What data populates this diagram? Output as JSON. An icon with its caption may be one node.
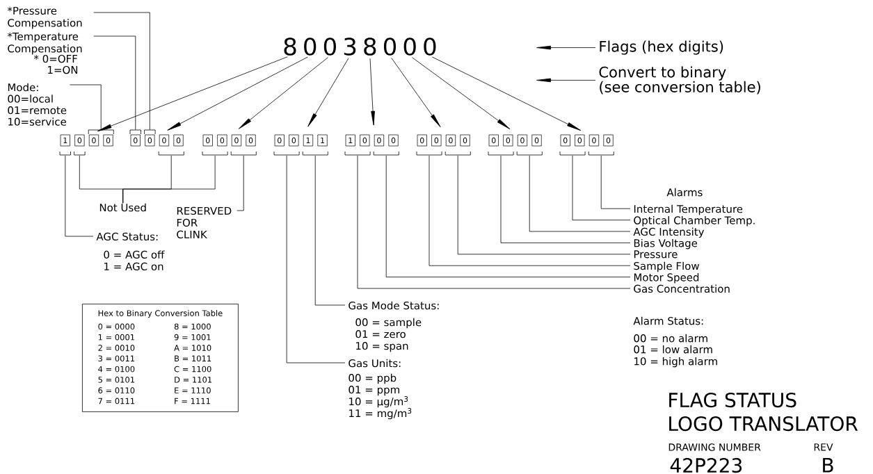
{
  "diagram": {
    "nodes": [
      {
        "text": [
          "*Pressure Compensation"
        ]
      },
      {
        "text": [
          "*Temperature Compensation"
        ]
      },
      {
        "text": [
          "Mode:",
          "00=local",
          "01=remote",
          "10=service"
        ]
      },
      {
        "text": [
          "8"
        ]
      },
      {
        "text": [
          "0"
        ]
      },
      {
        "text": [
          "0"
        ]
      },
      {
        "text": [
          "3"
        ]
      },
      {
        "text": [
          "8"
        ]
      },
      {
        "text": [
          "0"
        ]
      },
      {
        "text": [
          "0"
        ]
      },
      {
        "text": [
          "0"
        ]
      },
      {
        "text": [
          "Flags (hex digits)"
        ]
      },
      {
        "text": [
          "Convert to binary",
          "(see conversion table)"
        ]
      },
      {
        "text": [],
        "shape": "bracket"
      },
      {
        "text": [],
        "shape": "bracket"
      },
      {
        "text": [],
        "shape": "bracket"
      },
      {
        "text": [
          "1"
        ]
      },
      {
        "text": [
          "0"
        ]
      },
      {
        "text": [
          "0"
        ]
      },
      {
        "text": [
          "0"
        ]
      },
      {
        "text": [
          "0"
        ]
      },
      {
        "text": [
          "0"
        ]
      },
      {
        "text": [
          "0"
        ]
      },
      {
        "text": [
          "0"
        ]
      },
      {
        "text": [
          "0"
        ]
      },
      {
        "text": [
          "0"
        ]
      },
      {
        "text": [
          "0"
        ]
      },
      {
        "text": [
          "0"
        ]
      },
      {
        "text": [
          "0"
        ]
      },
      {
        "text": [
          "0"
        ]
      },
      {
        "text": [
          "1"
        ]
      },
      {
        "text": [
          "1"
        ]
      },
      {
        "text": [
          "1"
        ]
      },
      {
        "text": [
          "0"
        ]
      },
      {
        "text": [
          "0"
        ]
      },
      {
        "text": [
          "0"
        ]
      },
      {
        "text": [
          "0"
        ]
      },
      {
        "text": [
          "0"
        ]
      },
      {
        "text": [
          "0"
        ]
      },
      {
        "text": [
          "0"
        ]
      },
      {
        "text": [
          "0"
        ]
      },
      {
        "text": [
          "0"
        ]
      },
      {
        "text": [
          "0"
        ]
      },
      {
        "text": [
          "0"
        ]
      },
      {
        "text": [
          "0"
        ]
      },
      {
        "text": [
          "0"
        ]
      },
      {
        "text": [
          "0"
        ]
      },
      {
        "text": [
          "0"
        ]
      },
      {
        "text": [],
        "shape": "bracket"
      },
      {
        "text": [],
        "shape": "bracket"
      },
      {
        "text": [],
        "shape": "bracket"
      },
      {
        "text": [],
        "shape": "bracket"
      },
      {
        "text": [],
        "shape": "bracket"
      },
      {
        "text": [],
        "shape": "bracket"
      },
      {
        "text": [],
        "shape": "bracket"
      },
      {
        "text": [],
        "shape": "bracket"
      },
      {
        "text": [],
        "shape": "bracket"
      },
      {
        "text": [],
        "shape": "bracket"
      },
      {
        "text": [],
        "shape": "bracket"
      },
      {
        "text": [],
        "shape": "bracket"
      },
      {
        "text": [],
        "shape": "bracket"
      },
      {
        "text": [],
        "shape": "bracket"
      },
      {
        "text": [],
        "shape": "bracket"
      },
      {
        "text": [
          "Not Used"
        ]
      },
      {
        "text": [
          "RESERVED FOR CLINK"
        ]
      },
      {
        "text": [
          "AGC Status:",
          "0 = AGC off",
          "1 = AGC on"
        ]
      },
      {
        "text": [
          "Internal Temperature"
        ]
      },
      {
        "text": [
          "Optical Chamber Temp."
        ]
      },
      {
        "text": [
          "AGC Intensity"
        ]
      },
      {
        "text": [
          "Bias Voltage"
        ]
      },
      {
        "text": [
          "Pressure"
        ]
      },
      {
        "text": [
          "Sample Flow"
        ]
      },
      {
        "text": [
          "Motor Speed"
        ]
      },
      {
        "text": [
          "Gas Concentration"
        ]
      },
      {
        "text": [
          "Gas Mode Status:",
          "00 = sample",
          "01 = zero",
          "10 = span"
        ]
      },
      {
        "text": [
          "Hex to Binary Conversion Table",
          "0 = 0000",
          "8 = 1000",
          "1 = 0001",
          "9 = 1001",
          "2 = 0010",
          "A = 1010",
          "3 = 0011",
          "B = 1011",
          "4 = 0100",
          "C = 1100",
          "5 = 0101",
          "D = 1101",
          "6 = 0110",
          "E = 1110",
          "7 = 0111",
          "F = 1111"
        ]
      },
      {
        "text": [
          "Gas Units:",
          "00 = ppb",
          "01 = ppm",
          "10 = µg/m$^{3}$",
          "11 = mg/m$^{3}$"
        ]
      }
    ],
    "edges": [
      {
        "from": 3,
        "to": 18,
        "arrow": "to"
      },
      {
        "from": 4,
        "to": 22,
        "arrow": "to"
      },
      {
        "from": 5,
        "to": 26,
        "arrow": "to"
      },
      {
        "from": 6,
        "to": 30,
        "arrow": "to"
      },
      {
        "from": 7,
        "to": 34,
        "arrow": "to"
      },
      {
        "from": 8,
        "to": 38,
        "arrow": "to"
      },
      {
        "from": 9,
        "to": 42,
        "arrow": "to"
      },
      {
        "from": 10,
        "to": 46,
        "arrow": "to"
      },
      {
        "from": 11,
        "to": null,
        "arrow": "to"
      },
      {
        "from": 12,
        "to": null,
        "arrow": "to"
      },
      {
        "from": 0,
        "to": 15,
        "arrow": "none"
      },
      {
        "from": 1,
        "to": 14,
        "arrow": "none"
      },
      {
        "from": 2,
        "to": 13,
        "arrow": "none"
      },
      {
        "from": 65,
        "to": 48,
        "arrow": "none"
      },
      {
        "from": 63,
        "to": 49,
        "arrow": "none"
      },
      {
        "from": 63,
        "to": 50,
        "arrow": "none"
      },
      {
        "from": 63,
        "to": 51,
        "arrow": "none"
      },
      {
        "from": 64,
        "to": 52,
        "arrow": "none"
      },
      {
        "from": 76,
        "to": 53,
        "arrow": "none"
      },
      {
        "from": 74,
        "to": 54,
        "arrow": "none"
      },
      {
        "from": 73,
        "to": 55,
        "arrow": "none"
      },
      {
        "from": 72,
        "to": 56,
        "arrow": "none"
      },
      {
        "from": 71,
        "to": 57,
        "arrow": "none"
      },
      {
        "from": 70,
        "to": 58,
        "arrow": "none"
      },
      {
        "from": 69,
        "to": 59,
        "arrow": "none"
      },
      {
        "from": 68,
        "to": 60,
        "arrow": "none"
      },
      {
        "from": 67,
        "to": 61,
        "arrow": "none"
      },
      {
        "from": 66,
        "to": 62,
        "arrow": "none"
      }
    ],
    "labels": [
      "* 0=OFF",
      "1=ON",
      "Alarms",
      "Alarm Status:",
      "00 = no alarm",
      "01 = low alarm",
      "10 = high alarm",
      "FLAG STATUS",
      "LOGO TRANSLATOR",
      "DRAWING NUMBER",
      "REV",
      "42P223",
      "B"
    ]
  }
}
